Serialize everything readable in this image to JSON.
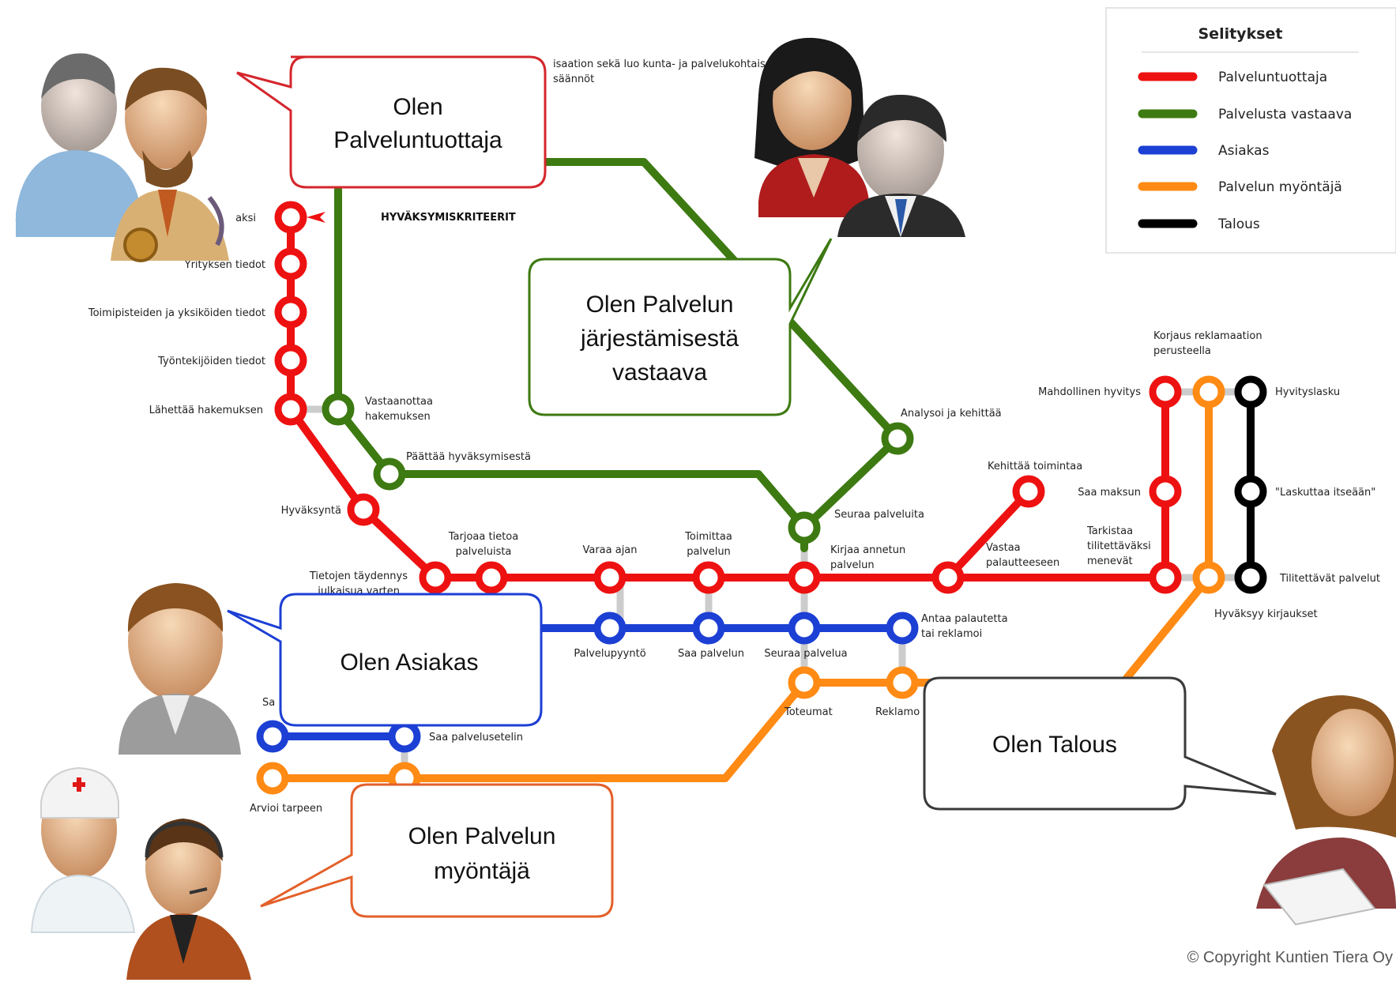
{
  "legend": {
    "title": "Selitykset",
    "items": [
      {
        "label": "Palveluntuottaja",
        "color": "#ee1111"
      },
      {
        "label": "Palvelusta vastaava",
        "color": "#3d7a12"
      },
      {
        "label": "Asiakas",
        "color": "#1c3fd4"
      },
      {
        "label": "Palvelun myöntäjä",
        "color": "#ff8a14"
      },
      {
        "label": "Talous",
        "color": "#000000"
      }
    ]
  },
  "bubbles": {
    "producer": [
      "Olen",
      "Palveluntuottaja"
    ],
    "responsible": [
      "Olen Palvelun",
      "järjestämisestä",
      "vastaava"
    ],
    "customer": [
      "Olen Asiakas"
    ],
    "grantor": [
      "Olen Palvelun",
      "myöntäjä"
    ],
    "finance": [
      "Olen Talous"
    ]
  },
  "colors": {
    "red": "#ee1111",
    "green": "#3d7a12",
    "blue": "#1c3fd4",
    "orange": "#ff8a14",
    "black": "#000000",
    "connector": "#cccccc"
  },
  "heading": "HYVÄKSYMISKRITEERIT",
  "top_note": [
    "isaation sekä luo kunta- ja palvelukohtais",
    "säännöt"
  ],
  "stations": {
    "ilmoittautuu": "aksi",
    "yritys": "Yrityksen tiedot",
    "toimipisteet": "Toimipisteiden ja yksiköiden tiedot",
    "tyontekijat": "Työntekijöiden tiedot",
    "lahettaa": "Lähettää hakemuksen",
    "vastaanottaa": [
      "Vastaanottaa",
      "hakemuksen"
    ],
    "paattaa": "Päättää hyväksymisestä",
    "hyvaksynta": "Hyväksyntä",
    "taydennys": [
      "Tietojen täydennys",
      "julkaisua varten"
    ],
    "tarjoaa": [
      "Tarjoaa tietoa",
      "palveluista"
    ],
    "varaa": "Varaa ajan",
    "toimittaa": [
      "Toimittaa",
      "palvelun"
    ],
    "analysoi": "Analysoi ja kehittää",
    "seuraa_palveluita": "Seuraa palveluita",
    "kirjaa": [
      "Kirjaa annetun",
      "palvelun"
    ],
    "kehittaa": "Kehittää toimintaa",
    "vastaa": [
      "Vastaa",
      "palautteeseen"
    ],
    "palvelupyynto": "Palvelupyyntö",
    "saa_palvelun": "Saa palvelun",
    "seuraa_palvelua": "Seuraa palvelua",
    "antaa": [
      "Antaa palautetta",
      "tai reklamoi"
    ],
    "toteumat": "Toteumat",
    "reklamo": "Reklamo",
    "sa": "Sa",
    "saa_seteli": "Saa palvelusetelin",
    "arvioi": "Arvioi tarpeen",
    "korjaus": [
      "Korjaus reklamaation",
      "perusteella"
    ],
    "hyvitys": "Mahdollinen hyvitys",
    "hyvityslasku": "Hyvityslasku",
    "saa_maksun": "Saa maksun",
    "laskuttaa": "\"Laskuttaa itseään\"",
    "tarkistaa": [
      "Tarkistaa",
      "tilitettäväksi",
      "menevät"
    ],
    "tilitettavat": "Tilitettävät palvelut",
    "hyvaksyy": "Hyväksyy kirjaukset"
  },
  "copyright": "© Copyright Kuntien Tiera Oy"
}
